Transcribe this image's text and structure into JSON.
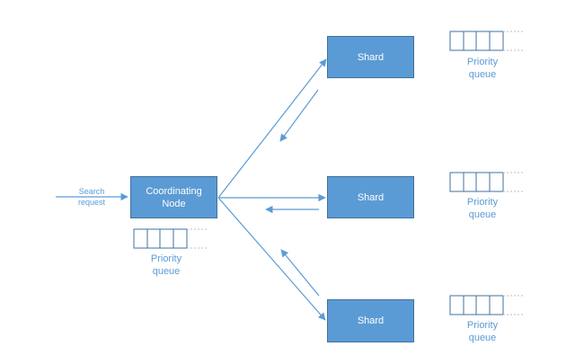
{
  "search_request": {
    "line1": "Search",
    "line2": "request"
  },
  "coordinator": {
    "line1": "Coordinating",
    "line2": "Node",
    "queue_line1": "Priority",
    "queue_line2": "queue"
  },
  "shards": [
    {
      "label": "Shard",
      "queue_line1": "Priority",
      "queue_line2": "queue"
    },
    {
      "label": "Shard",
      "queue_line1": "Priority",
      "queue_line2": "queue"
    },
    {
      "label": "Shard",
      "queue_line1": "Priority",
      "queue_line2": "queue"
    }
  ],
  "colors": {
    "box_fill": "#5b9bd5",
    "box_border": "#41719c",
    "box_text": "#ffffff",
    "arrow": "#5b9bd5",
    "label_text": "#5b9bd5",
    "queue_dash": "#bfbfbf"
  }
}
